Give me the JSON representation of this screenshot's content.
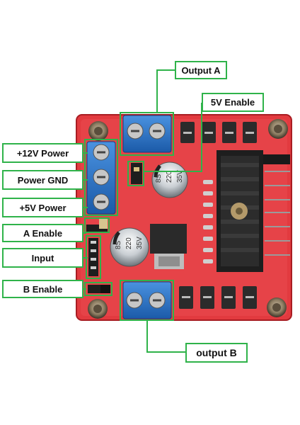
{
  "labels": {
    "output_a": "Output A",
    "five_v_enable": "5V Enable",
    "plus12v_power": "+12V Power",
    "power_gnd": "Power GND",
    "plus5v_power": "+5V Power",
    "a_enable": "A Enable",
    "input": "Input",
    "b_enable": "B Enable",
    "output_b": "output B"
  },
  "capacitor": {
    "line1": "8S",
    "line2": "220",
    "line3": "35V"
  },
  "colors": {
    "board": "#e8343a",
    "terminal": "#2a74c9",
    "callout": "#2fb34a"
  }
}
